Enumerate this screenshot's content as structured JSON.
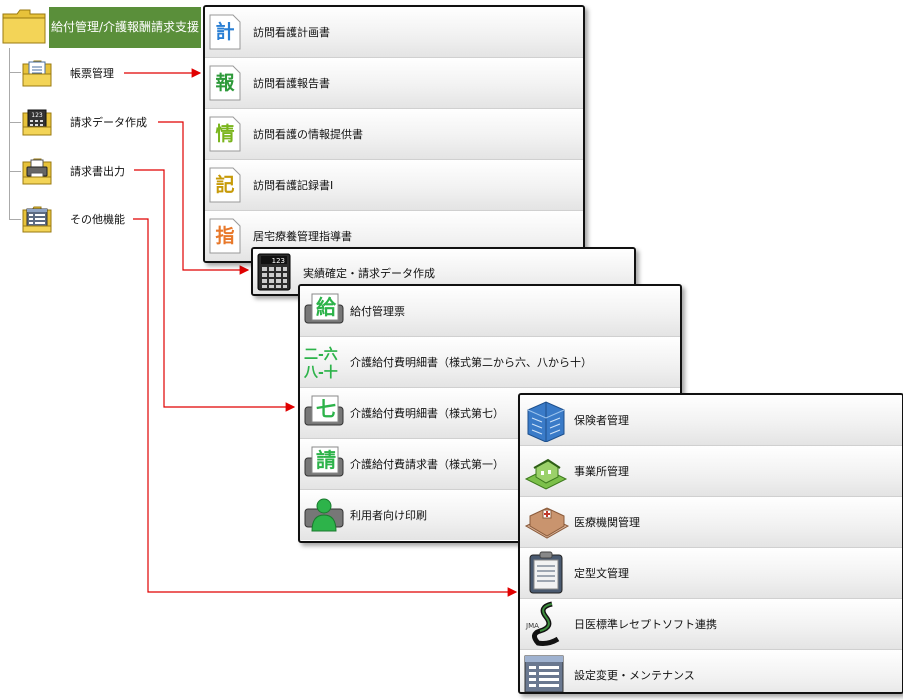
{
  "root": {
    "label": "給付管理/介護報酬請求支援"
  },
  "tree": {
    "items": [
      {
        "label": "帳票管理",
        "icon": "document-folder-icon"
      },
      {
        "label": "請求データ作成",
        "icon": "calculator-folder-icon"
      },
      {
        "label": "請求書出力",
        "icon": "printer-folder-icon"
      },
      {
        "label": "その他機能",
        "icon": "list-folder-icon"
      }
    ]
  },
  "panel_reports": {
    "items": [
      {
        "label": "訪問看護計画書",
        "kanji": "計",
        "color": "#2a7fd4"
      },
      {
        "label": "訪問看護報告書",
        "kanji": "報",
        "color": "#2e9a3a"
      },
      {
        "label": "訪問看護の情報提供書",
        "kanji": "情",
        "color": "#7ab51d"
      },
      {
        "label": "訪問看護記録書Ⅰ",
        "kanji": "記",
        "color": "#c79a08"
      },
      {
        "label": "居宅療養管理指導書",
        "kanji": "指",
        "color": "#e8782a"
      }
    ]
  },
  "panel_data": {
    "items": [
      {
        "label": "実績確定・請求データ作成"
      }
    ]
  },
  "panel_print": {
    "items": [
      {
        "label": "給付管理票",
        "kanji": "給"
      },
      {
        "label": "介護給付費明細書（様式第二から六、八から十）",
        "kanji_top": "二-六",
        "kanji_bottom": "八-十"
      },
      {
        "label": "介護給付費明細書（様式第七）",
        "kanji": "七"
      },
      {
        "label": "介護給付費請求書（様式第一）",
        "kanji": "請"
      },
      {
        "label": "利用者向け印刷"
      }
    ]
  },
  "panel_other": {
    "items": [
      {
        "label": "保険者管理"
      },
      {
        "label": "事業所管理"
      },
      {
        "label": "医療機関管理"
      },
      {
        "label": "定型文管理"
      },
      {
        "label": "日医標準レセプトソフト連携",
        "icon_text": "JMA"
      },
      {
        "label": "設定変更・メンテナンス"
      }
    ]
  },
  "colors": {
    "root_bg": "#5a8f3a",
    "arrow": "#e00000",
    "kanji_green": "#2db34a"
  }
}
